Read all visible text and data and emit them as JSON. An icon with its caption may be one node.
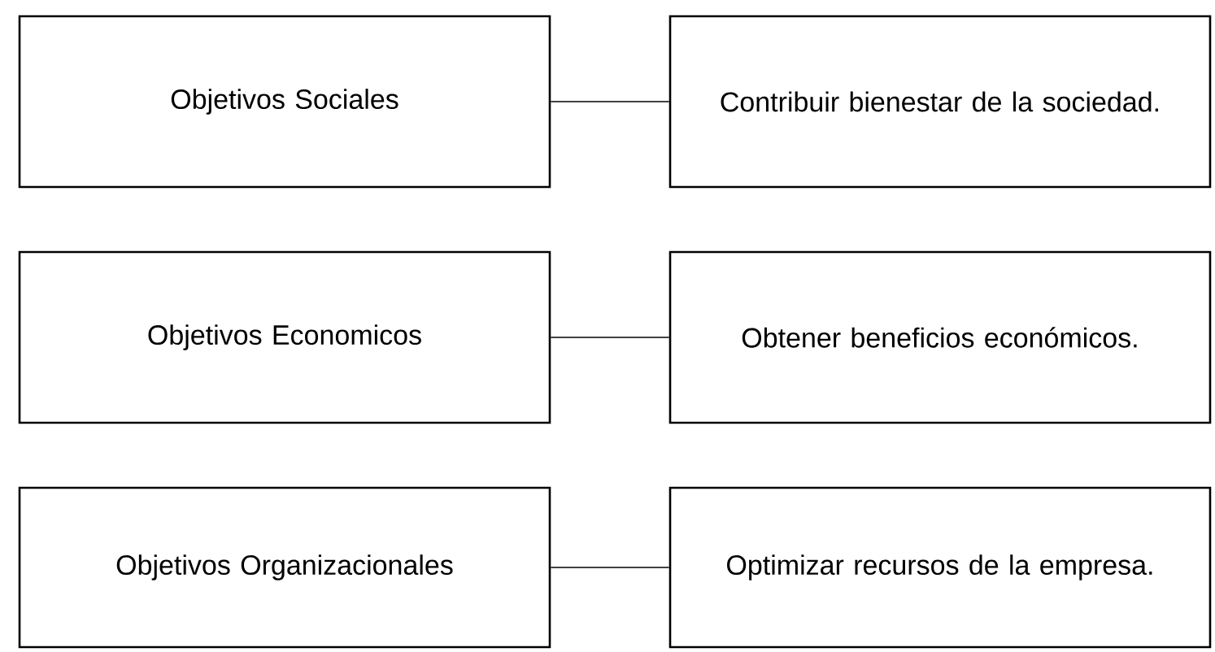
{
  "diagram": {
    "nodes": [
      {
        "text": [
          "Objetivos Sociales"
        ]
      },
      {
        "text": [
          "Contribuir bienestar de la sociedad."
        ]
      },
      {
        "text": [
          "Objetivos Economicos"
        ]
      },
      {
        "text": [
          "Obtener beneficios económicos."
        ]
      },
      {
        "text": [
          "Objetivos Organizacionales"
        ]
      },
      {
        "text": [
          "Optimizar recursos de la empresa."
        ]
      }
    ],
    "edges": [
      {
        "from": 0,
        "to": 1,
        "arrow": "none"
      },
      {
        "from": 2,
        "to": 3,
        "arrow": "none"
      },
      {
        "from": 4,
        "to": 5,
        "arrow": "none"
      }
    ]
  }
}
